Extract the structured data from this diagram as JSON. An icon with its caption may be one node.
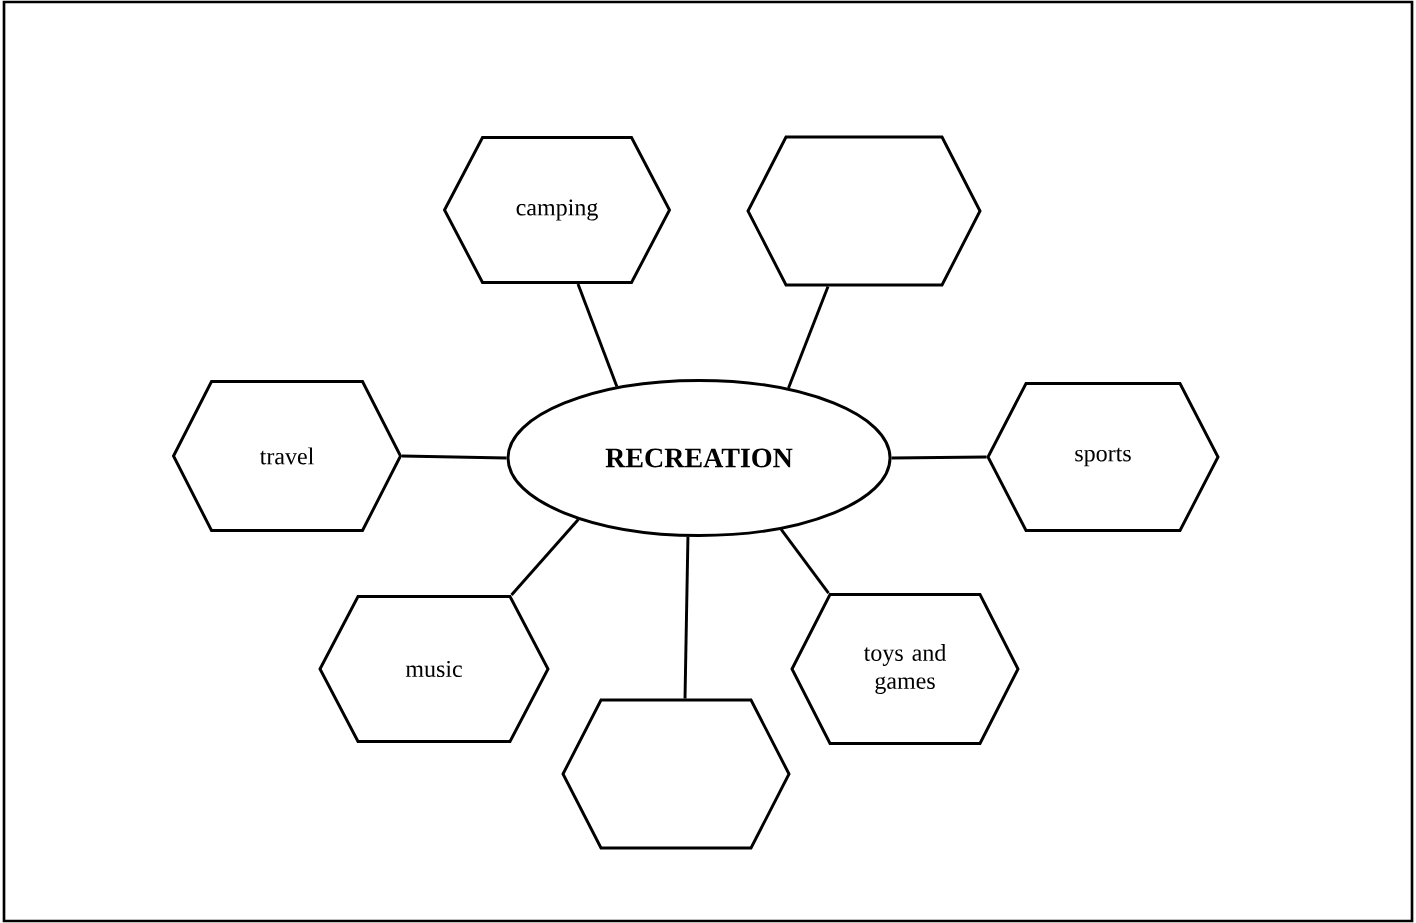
{
  "diagram": {
    "nodes": [
      {
        "text": [
          "camping"
        ]
      },
      {
        "text": [],
        "shape": "hexagon"
      },
      {
        "text": [
          "travel"
        ]
      },
      {
        "text": [
          "RECREATION"
        ]
      },
      {
        "text": [
          "sports"
        ]
      },
      {
        "text": [
          "music"
        ]
      },
      {
        "text": [
          "toys and games"
        ]
      },
      {
        "text": [],
        "shape": "hexagon"
      }
    ],
    "edges": [
      {
        "from": 3,
        "to": 0,
        "arrow": "none"
      },
      {
        "from": 3,
        "to": 1,
        "arrow": "none"
      },
      {
        "from": 3,
        "to": 2,
        "arrow": "none"
      },
      {
        "from": 3,
        "to": 4,
        "arrow": "none"
      },
      {
        "from": 3,
        "to": 5,
        "arrow": "none"
      },
      {
        "from": 3,
        "to": 7,
        "arrow": "none"
      },
      {
        "from": 3,
        "to": 6,
        "arrow": "none"
      }
    ]
  }
}
